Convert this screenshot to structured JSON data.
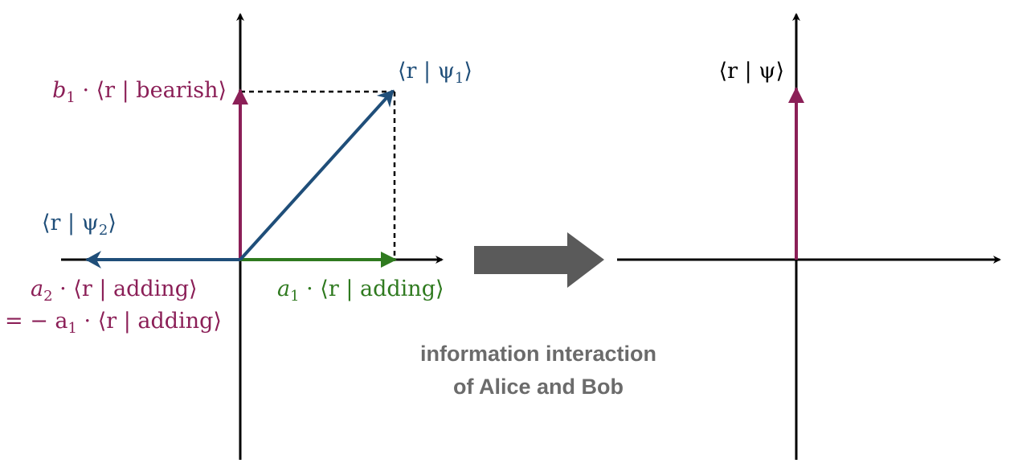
{
  "colors": {
    "axis": "#000000",
    "magenta": "#8b1f57",
    "blue": "#1f4e79",
    "green": "#2f7a1f",
    "dotted": "#000000",
    "big_arrow": "#5a5a5a",
    "caption": "#6b6b6b"
  },
  "left_panel": {
    "label_b1_coeff": "b",
    "label_b1_sub": "1",
    "label_b1_rest": " · ⟨r | bearish⟩",
    "label_psi1_pre": "⟨r | ψ",
    "label_psi1_sub": "1",
    "label_psi1_post": "⟩",
    "label_psi2_pre": "⟨r | ψ",
    "label_psi2_sub": "2",
    "label_psi2_post": "⟩",
    "label_a2_coeff": "a",
    "label_a2_sub": "2",
    "label_a2_rest": " · ⟨r | adding⟩",
    "label_eq_pre": "= − a",
    "label_eq_sub": "1",
    "label_eq_rest": " · ⟨r | adding⟩",
    "label_a1_coeff": "a",
    "label_a1_sub": "1",
    "label_a1_rest": " · ⟨r | adding⟩"
  },
  "transition": {
    "caption_line1": "information interaction",
    "caption_line2": "of Alice and Bob"
  },
  "right_panel": {
    "label_psi": "⟨r | ψ⟩"
  }
}
